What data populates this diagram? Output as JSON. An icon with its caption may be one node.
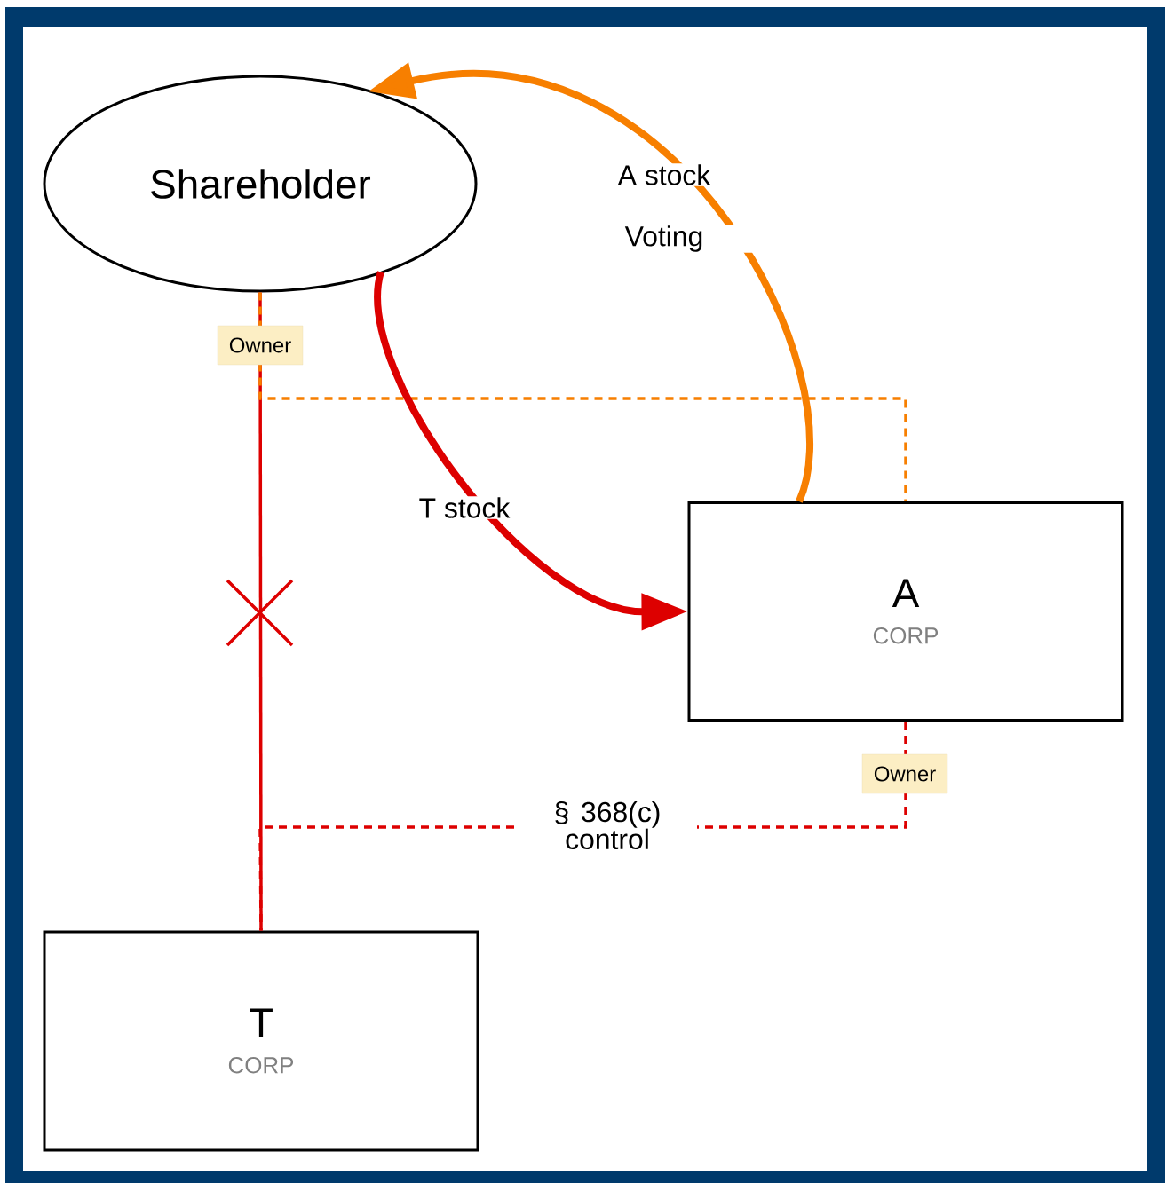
{
  "diagram": {
    "nodes": [
      {
        "text": [
          "Shareholder"
        ]
      },
      {
        "text": [
          "A",
          "CORP"
        ]
      },
      {
        "text": [
          "T",
          "CORP"
        ]
      }
    ],
    "edges": [
      {
        "from": 0,
        "to": 2,
        "arrow": "none",
        "color": "#dd0000"
      },
      {
        "from": 0,
        "to": 1,
        "arrow": "none",
        "label": "Owner",
        "style": "dashed",
        "color": "#f77f00"
      },
      {
        "from": 1,
        "to": 2,
        "arrow": "none",
        "label": "Owner",
        "style": "dashed",
        "color": "#dd0000"
      },
      {
        "from": 0,
        "to": 1,
        "arrow": "to",
        "label": "T stock",
        "style": "thick",
        "color": "#dd0000"
      },
      {
        "from": 1,
        "to": 0,
        "arrow": "to",
        "label": "A stock",
        "style": "thick",
        "color": "#f77f00"
      }
    ],
    "labels": [
      "Voting",
      "§ 368(c) control"
    ]
  }
}
